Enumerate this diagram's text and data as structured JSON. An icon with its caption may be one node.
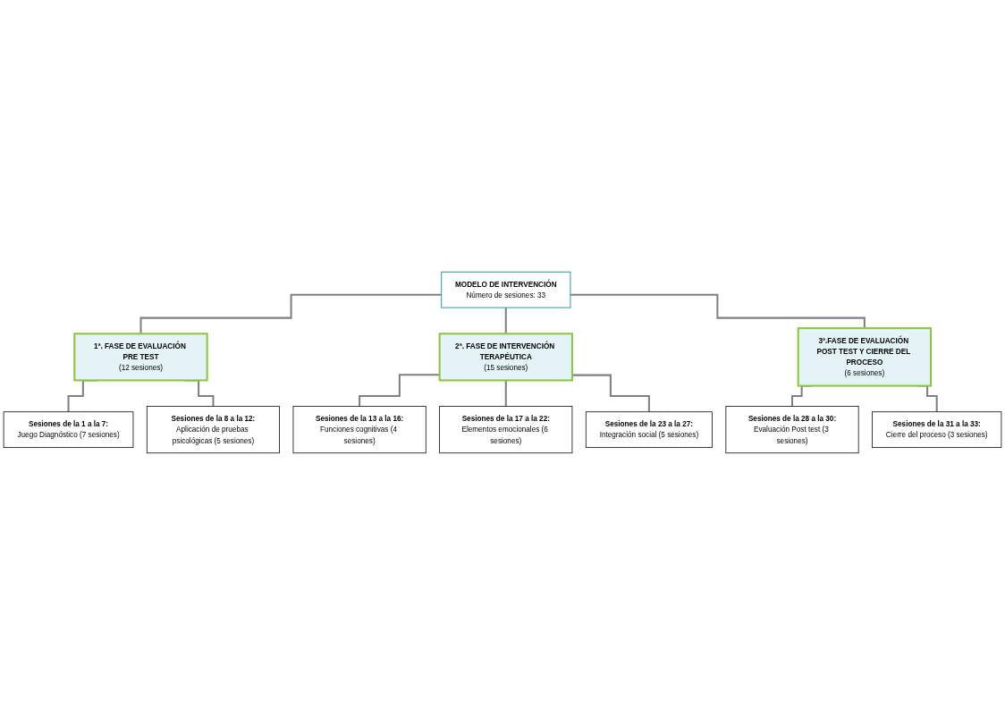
{
  "diagram": {
    "nodes": [
      {
        "text": [
          "MODELO DE INTERVENCIÓN",
          "Número de sesiones: 33"
        ]
      },
      {
        "text": [
          "1ª. FASE DE EVALUACIÓN PRE TEST",
          "(12 sesiones)"
        ]
      },
      {
        "text": [
          "Sesiones de la 1 a la 7:",
          "Juego Diagnóstico (7 sesiones)"
        ]
      },
      {
        "text": [
          "Sesiones de la 8 a la 12:",
          "Aplicación de pruebas psicológicas (5 sesiones)"
        ]
      },
      {
        "text": [
          "2ª. FASE DE INTERVENCIÓN TERAPÉUTICA",
          "(15 sesiones)"
        ]
      },
      {
        "text": [
          "Sesiones de la 13 a la 16:",
          "Funciones cognitivas (4 sesiones)"
        ]
      },
      {
        "text": [
          "Sesiones de la 17 a la 22:",
          "Elementos emocionales (6 sesiones)"
        ]
      },
      {
        "text": [
          "Sesiones de la 23 a la 27:",
          "Integración social (5 sesiones)"
        ]
      },
      {
        "text": [
          "3ª.FASE DE EVALUACIÓN POST TEST Y CIERRE DEL PROCESO",
          "(6 sesiones)"
        ]
      },
      {
        "text": [
          "Sesiones de la 28 a la 30:",
          "Evaluación Post test (3 sesiones)"
        ]
      },
      {
        "text": [
          "Sesiones de la 31 a la 33:",
          "Cierre del proceso (3 sesiones)"
        ]
      }
    ],
    "edges": [
      {
        "from": 0,
        "to": 1,
        "arrow": "none"
      },
      {
        "from": 0,
        "to": 4,
        "arrow": "none"
      },
      {
        "from": 0,
        "to": 8,
        "arrow": "none"
      },
      {
        "from": 1,
        "to": 2,
        "arrow": "none"
      },
      {
        "from": 1,
        "to": 3,
        "arrow": "none"
      },
      {
        "from": 4,
        "to": 5,
        "arrow": "none"
      },
      {
        "from": 4,
        "to": 6,
        "arrow": "none"
      },
      {
        "from": 4,
        "to": 7,
        "arrow": "none"
      },
      {
        "from": 8,
        "to": 9,
        "arrow": "none"
      },
      {
        "from": 8,
        "to": 10,
        "arrow": "none"
      }
    ]
  }
}
